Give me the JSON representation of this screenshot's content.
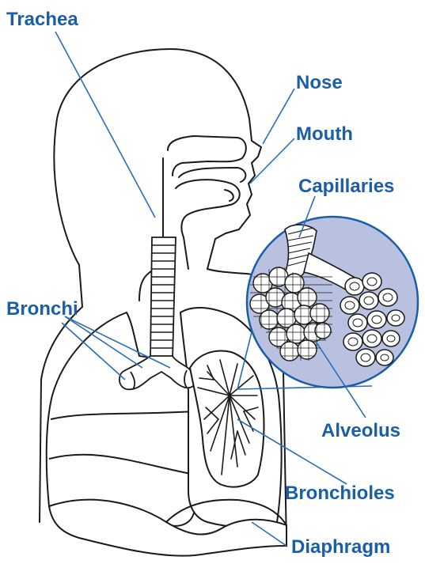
{
  "labels": {
    "trachea": "Trachea",
    "nose": "Nose",
    "mouth": "Mouth",
    "capillaries": "Capillaries",
    "bronchi": "Bronchi",
    "alveolus": "Alveolus",
    "bronchioles": "Bronchioles",
    "diaphragm": "Diaphragm"
  },
  "colors": {
    "label": "#1a5ea8",
    "leader": "#2a6db5",
    "outline": "#1a1a1a",
    "magnifier_fill": "#b8c2e0",
    "lung_fill": "#ffffff"
  }
}
